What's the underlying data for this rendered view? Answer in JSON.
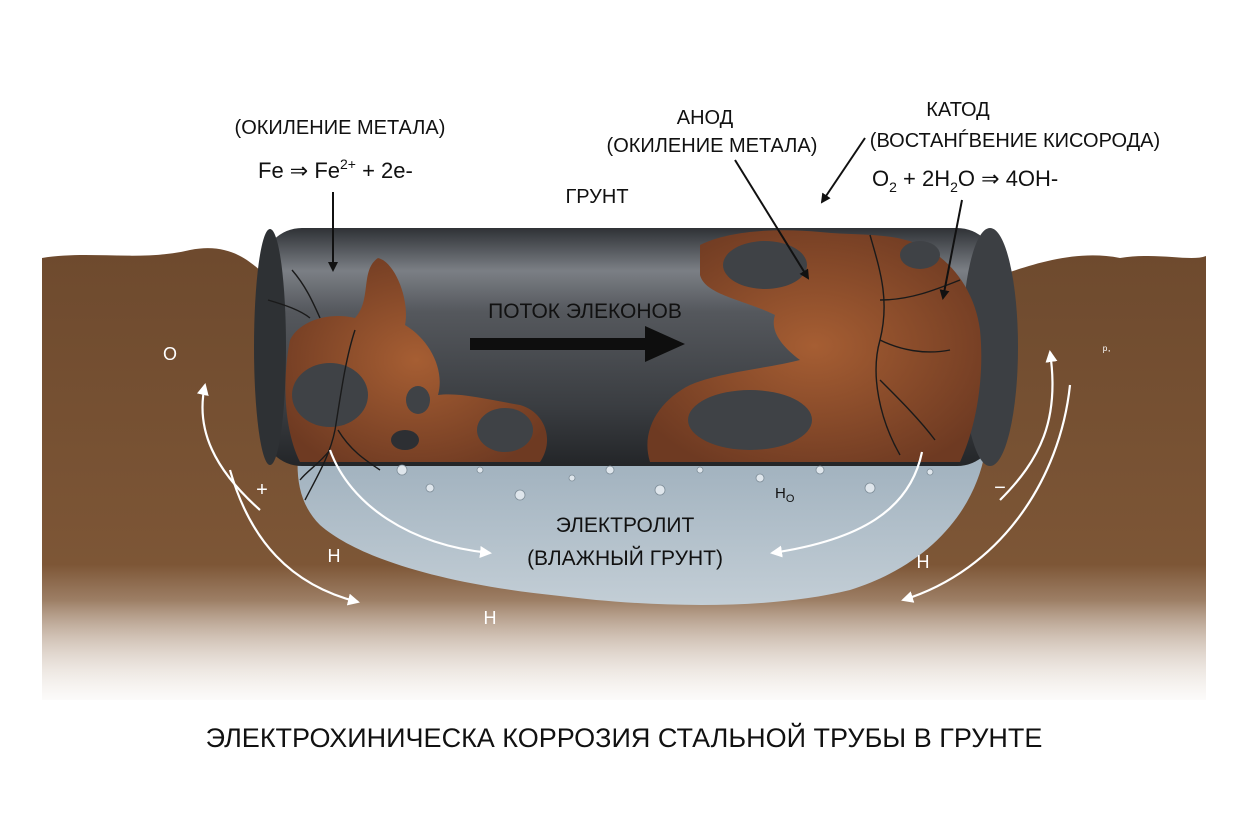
{
  "labels": {
    "left_process": "(ОКИЛЕНИЕ МЕТАЛА)",
    "left_formula_base": "Fe ⇒ Fe",
    "left_formula_sup": "2+",
    "left_formula_tail": " + 2e-",
    "soil_top": "ГРУНТ",
    "anode_title": "АНОД",
    "anode_process": "(ОКИЛЕНИЕ МЕТАЛА)",
    "cathode_title": "КАТОД",
    "cathode_process": "(ВОСТАНЃВЕНИЕ КИСОРОДА)",
    "cathode_formula": "O",
    "cathode_formula_sub1": "2",
    "cathode_formula_mid": " + 2H",
    "cathode_formula_sub2": "2",
    "cathode_formula_tail": "O ⇒ 4OH-",
    "electron_flow": "ПОТОК ЭЛЕКОНОВ",
    "electrolyte_line1": "ЭЛЕКТРОЛИТ",
    "electrolyte_line2": "(ВЛАЖНЫЙ ГРУНТ)",
    "mark_o": "O",
    "mark_plus": "+",
    "mark_h_left": "H",
    "mark_h_bottom": "H",
    "mark_h_right": "H",
    "mark_minus": "−",
    "mark_ho": "H",
    "mark_ho_sub": "O",
    "mark_far_right": "ᵖ·",
    "caption": "ЭЛЕКТРОХИНИЧЕСКА КОРРОЗИЯ СТАЛЬНОЙ ТРУБЫ В ГРУНТЕ"
  },
  "colors": {
    "soil": "#7a5233",
    "soil_dark": "#5c3b22",
    "pipe": "#4a4d52",
    "pipe_highlight": "#8a8e94",
    "rust": "#8a4a2a",
    "rust_light": "#b0683a",
    "electrolyte": "#a9b7c2",
    "arrow_white": "#ffffff",
    "text_dark": "#111111"
  },
  "icons": [
    "electron-flow-arrow",
    "current-arrow",
    "pointer-arrow"
  ]
}
